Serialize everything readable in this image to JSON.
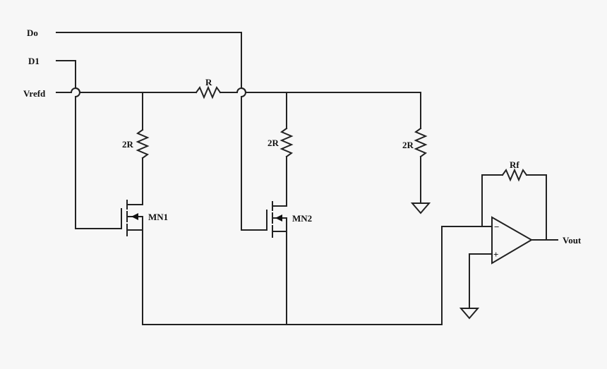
{
  "diagram": {
    "inputs": {
      "d0": "Do",
      "d1": "D1",
      "vref": "Vrefd"
    },
    "resistors": {
      "r_series": "R",
      "r_shunt1": "2R",
      "r_shunt2": "2R",
      "r_term": "2R",
      "r_feedback": "Rf"
    },
    "transistors": {
      "mn1": "MN1",
      "mn2": "MN2"
    },
    "opamp": {
      "minus": "−",
      "plus": "+"
    },
    "output": "Vout"
  }
}
